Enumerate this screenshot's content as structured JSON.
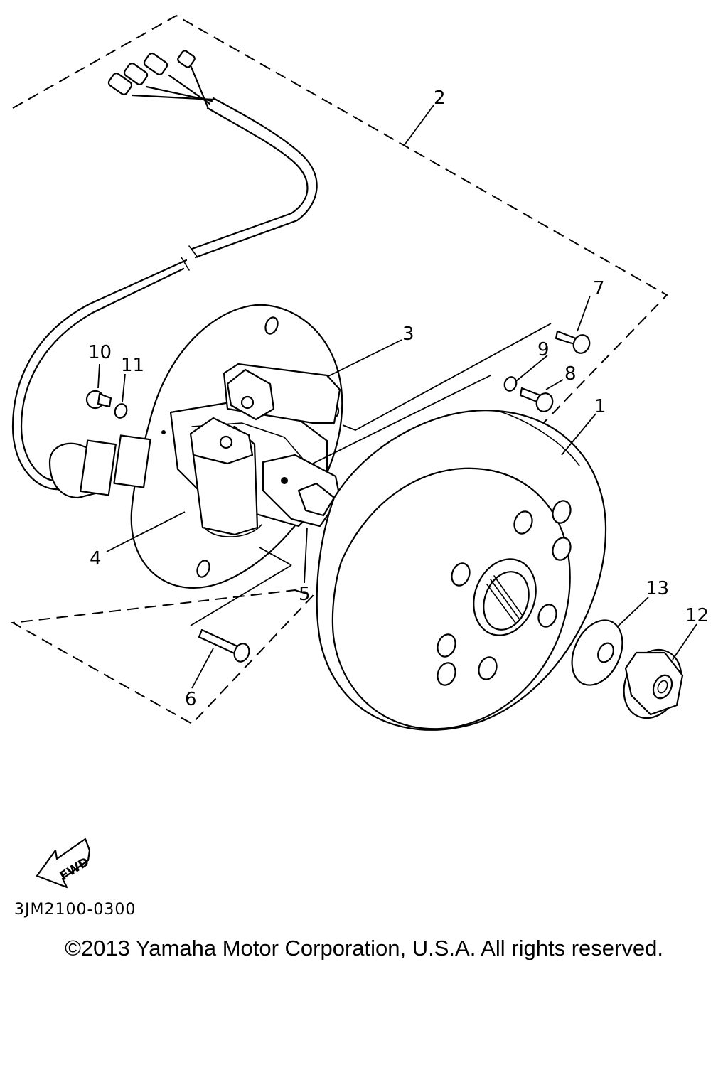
{
  "diagram": {
    "callouts": [
      {
        "id": "1",
        "label": "1"
      },
      {
        "id": "2",
        "label": "2"
      },
      {
        "id": "3",
        "label": "3"
      },
      {
        "id": "4",
        "label": "4"
      },
      {
        "id": "5",
        "label": "5"
      },
      {
        "id": "6",
        "label": "6"
      },
      {
        "id": "7",
        "label": "7"
      },
      {
        "id": "8",
        "label": "8"
      },
      {
        "id": "9",
        "label": "9"
      },
      {
        "id": "10",
        "label": "10"
      },
      {
        "id": "11",
        "label": "11"
      },
      {
        "id": "12",
        "label": "12"
      },
      {
        "id": "13",
        "label": "13"
      }
    ],
    "fwd_label": "FWD",
    "figure_code": "3JM2100-0300"
  },
  "footer": {
    "copyright": "©2013 Yamaha Motor Corporation, U.S.A. All rights reserved."
  }
}
